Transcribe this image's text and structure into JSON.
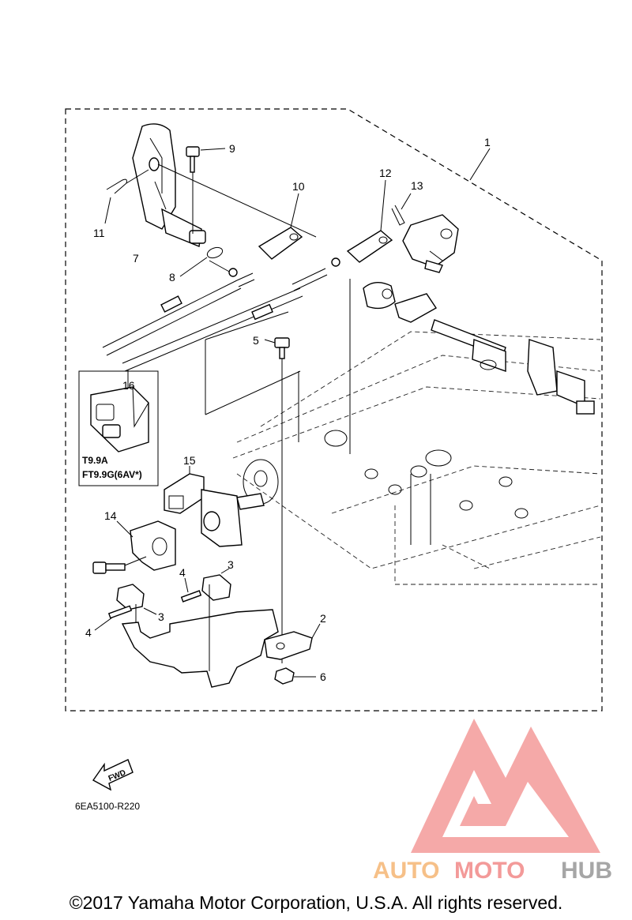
{
  "diagram": {
    "callouts": {
      "c1": "1",
      "c2": "2",
      "c3a": "3",
      "c3b": "3",
      "c4a": "4",
      "c4b": "4",
      "c5": "5",
      "c6": "6",
      "c7": "7",
      "c8": "8",
      "c9": "9",
      "c10": "10",
      "c11": "11",
      "c12": "12",
      "c13": "13",
      "c14": "14",
      "c15": "15",
      "c16": "16"
    },
    "inset_models": [
      "T9.9A",
      "FT9.9G(6AV*)"
    ],
    "fwd_label": "FWD",
    "diagram_code": "6EA5100-R220"
  },
  "watermark": {
    "word_1": "AUTO",
    "word_2": "MOTO",
    "word_3": "HUB",
    "colors": {
      "auto": "#f6c088",
      "moto": "#f39a99",
      "hub": "#a6a6a6",
      "triangle": "#f39a99"
    }
  },
  "footer": {
    "copyright": "©2017 Yamaha Motor Corporation, U.S.A. All rights reserved."
  }
}
